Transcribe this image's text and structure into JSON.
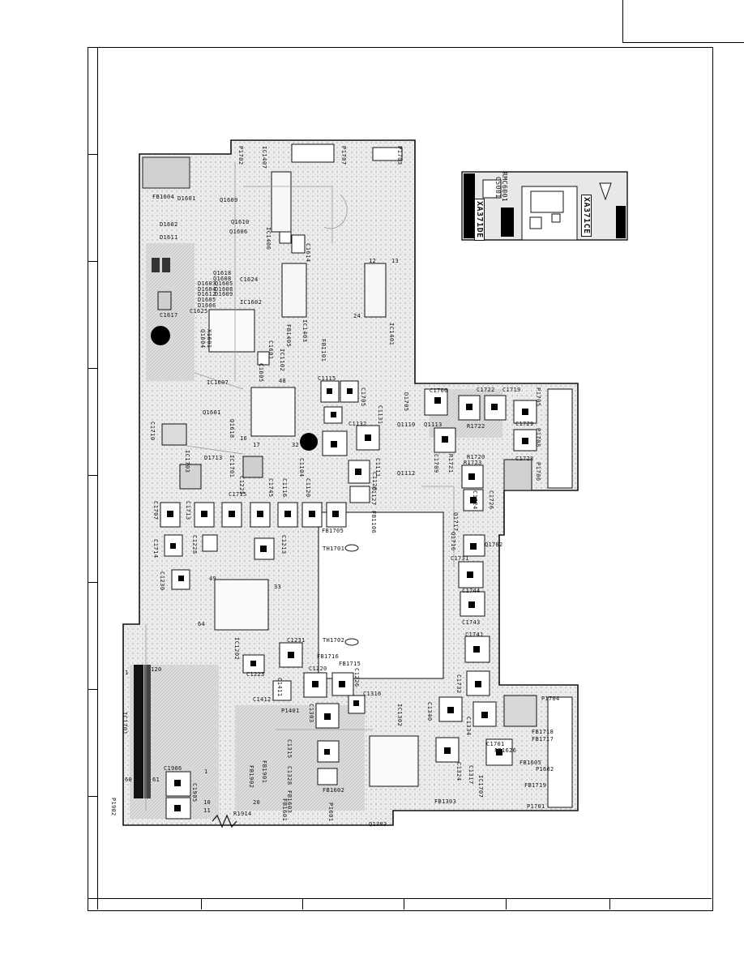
{
  "sheet": {
    "page_corner_box": "",
    "bottom_row_cells": [
      "",
      "",
      "",
      "",
      "",
      ""
    ]
  },
  "labels": {
    "fb1604": "FB1604",
    "d1601": "D1601",
    "q1609": "Q1609",
    "d1602": "D1602",
    "q1610": "Q1610",
    "q1606": "Q1606",
    "d1611": "D1611",
    "q1618": "Q1618",
    "q1608": "Q1608",
    "d1603": "D1603",
    "q1605": "Q1605",
    "d1604": "D1604",
    "d1608": "D1608",
    "d1612": "D1612",
    "d1609": "D1609",
    "d1605": "D1605",
    "d1606": "D1606",
    "c1624": "C1624",
    "ic1602": "IC1602",
    "c1617": "C1617",
    "c1625": "C1625",
    "x1601": "X1601",
    "q1604": "Q1604",
    "ic1607": "IC1607",
    "q1601": "Q1601",
    "q1618b": "Q1618",
    "c1710": "C1710",
    "d1713": "D1713",
    "ic1701": "IC1701",
    "ic1703": "IC1703",
    "c1715": "C1715",
    "c1707": "C1707",
    "c1713": "C1713",
    "c1714": "C1714",
    "c1228": "C1228",
    "c1225": "C1225",
    "c1213": "C1213",
    "c1230": "C1230",
    "p1702": "P1702",
    "ic1407": "IC1407",
    "p1707": "P1707",
    "p1703": "P1703",
    "ic1406": "IC1406",
    "c1614": "C1614",
    "ic1403": "IC1403",
    "ic1401": "IC1401",
    "fb1405": "FB1405",
    "fb1101": "FB1101",
    "c1601": "C1601",
    "ic1102": "IC1102",
    "c1605": "C1605",
    "c1115": "C1115",
    "c1705": "C1705",
    "c1132": "C1132",
    "c1104": "C1104",
    "c1111": "C1111",
    "c1128": "C1128",
    "c1120": "C1120",
    "c1127": "C1127",
    "c1131": "C1131",
    "fb1106": "FB1106",
    "fb1705": "FB1705",
    "th1701": "TH1701",
    "c1745": "C1745",
    "c1116": "C1116",
    "d1705": "D1705",
    "q1110": "Q1110",
    "q1113": "Q1113",
    "q1112": "Q1112",
    "c1706": "C1706",
    "c1722": "C1722",
    "c1719": "C1719",
    "p1705": "P1705",
    "r1722": "R1722",
    "c1729": "C1729",
    "p1708": "P1708",
    "r1720": "R1720",
    "r1723": "R1723",
    "c1709": "C1709",
    "r1721": "R1721",
    "c1728": "C1728",
    "p1706": "P1706",
    "c1724": "C1724",
    "c1726": "C1726",
    "q1717": "Q1717",
    "q1716": "Q1716",
    "q1702": "Q1702",
    "c1731": "C1731",
    "c1744": "C1744",
    "c1743": "C1743",
    "c1741": "C1741",
    "c1732": "C1732",
    "ic1202": "IC1202",
    "th1702": "TH1702",
    "c1231": "C1231",
    "fb1716": "FB1716",
    "c1220": "C1220",
    "fb1715": "FB1715",
    "c1223": "C1223",
    "c1412": "C1412",
    "c1411": "C1411",
    "c1226": "C1226",
    "c1316": "C1316",
    "p1401": "P1401",
    "c1303": "C1303",
    "ic1302": "IC1302",
    "c1340": "C1340",
    "c1334": "C1334",
    "c1701": "C1701",
    "fb1626": "FB1626",
    "fb1605": "FB1605",
    "c1324": "C1324",
    "c1317": "C1317",
    "ic1707": "IC1707",
    "p1704": "P1704",
    "fb1718": "FB1718",
    "fb1717": "FB1717",
    "p1602": "P1602",
    "fb1719": "FB1719",
    "p1701": "P1701",
    "fb1303": "FB1303",
    "c1315": "C1315",
    "c1328": "C1328",
    "fb1602": "FB1602",
    "fb1603": "FB1603",
    "p1601": "P1601",
    "fb1601": "FB1601",
    "q1303": "Q1303",
    "fb1901": "FB1901",
    "fb1902": "FB1902",
    "c1906": "C1906",
    "c1905": "C1905",
    "r1914": "R1914",
    "p1902": "P1902",
    "ic1701b": "IC1701",
    "pin_120": "120",
    "pin_1": "1",
    "pin_60": "60",
    "pin_61": "61",
    "pin_1_b": "1",
    "pin_10": "10",
    "pin_11": "11",
    "pin_20": "20",
    "pin_12": "12",
    "pin_13": "13",
    "pin_24": "24",
    "pin_17": "17",
    "pin_16": "16",
    "pin_32": "32",
    "pin_33": "33",
    "pin_48": "48",
    "pin_49": "49",
    "pin_64": "64"
  },
  "sub_board": {
    "rmc": "RMC6001",
    "c5001": "C5001",
    "left_part": "XA371DE",
    "right_part": "XA371CE",
    "warning_symbol": "warning-triangle"
  },
  "colors": {
    "board_fill": "#ededed",
    "board_edge": "#111111",
    "pad_black": "#000000",
    "trace_grey": "#9a9a9a"
  }
}
